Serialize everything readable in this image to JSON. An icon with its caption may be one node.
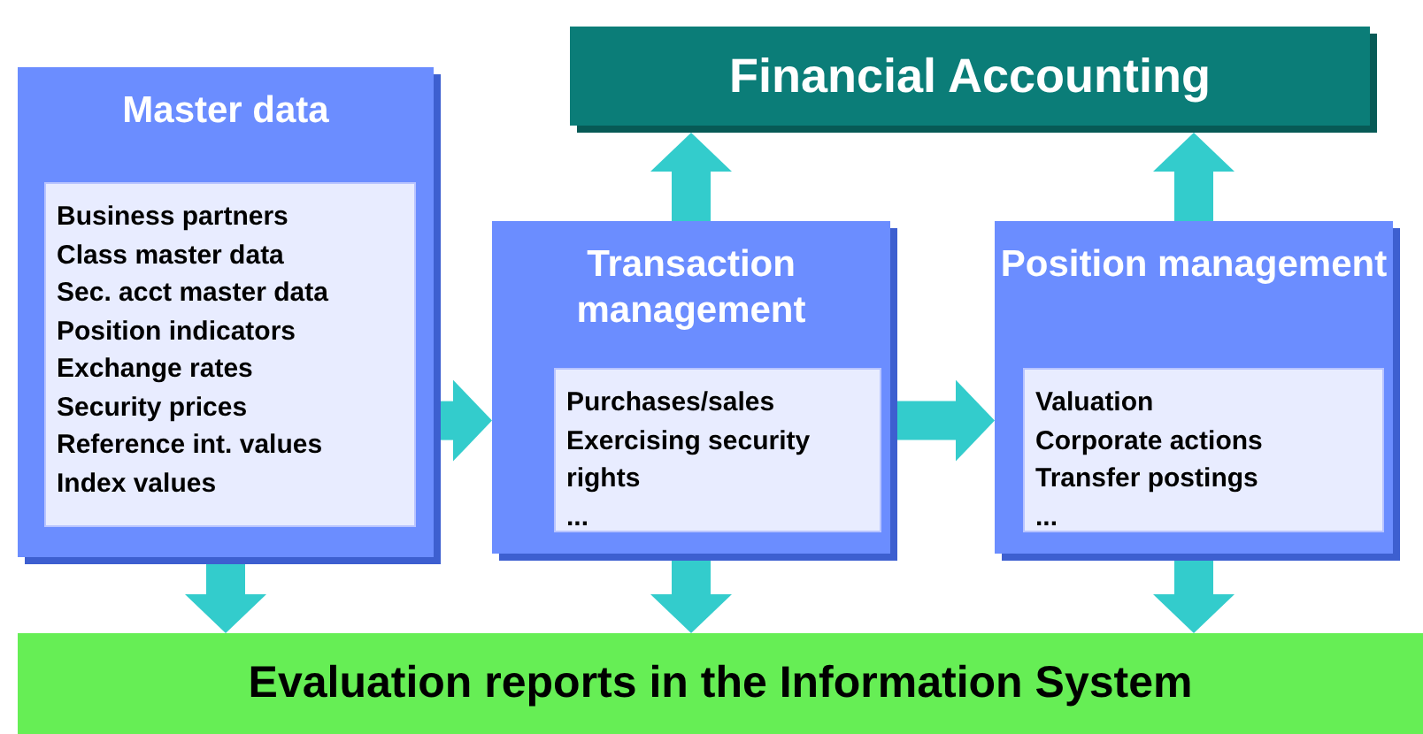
{
  "diagram": {
    "nodes": [
      {
        "text": [
          "Financial Accounting"
        ]
      },
      {
        "text": [
          "Master data"
        ]
      },
      {
        "text": [
          "Business partners",
          "Class master data",
          "Sec. acct master data",
          "Position indicators",
          "Exchange rates",
          "Security prices",
          "Reference int. values",
          "Index values"
        ],
        "in": 1
      },
      {
        "text": [
          "Transaction management"
        ]
      },
      {
        "text": [
          "Purchases/sales",
          "Exercising security rights",
          "..."
        ],
        "in": 3
      },
      {
        "text": [
          "Position management"
        ]
      },
      {
        "text": [
          "Valuation",
          "Corporate actions",
          "Transfer postings",
          "..."
        ],
        "in": 5
      },
      {
        "text": [
          "Evaluation reports in the Information System"
        ]
      }
    ],
    "edges": [
      {
        "from": 1,
        "to": 3,
        "arrow": "to"
      },
      {
        "from": 3,
        "to": 5,
        "arrow": "to"
      },
      {
        "from": 3,
        "to": 0,
        "arrow": "to"
      },
      {
        "from": 5,
        "to": 0,
        "arrow": "to"
      },
      {
        "from": 1,
        "to": 7,
        "arrow": "to"
      },
      {
        "from": 3,
        "to": 7,
        "arrow": "to"
      },
      {
        "from": 5,
        "to": 7,
        "arrow": "to"
      }
    ]
  }
}
